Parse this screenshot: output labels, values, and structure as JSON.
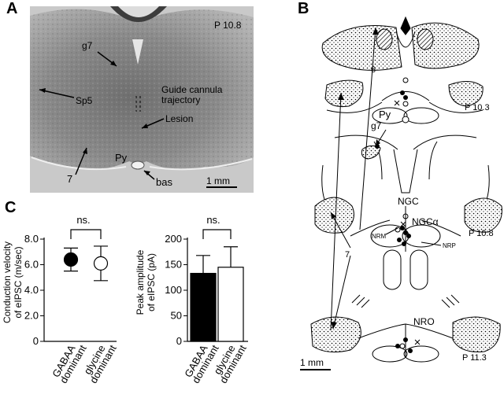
{
  "panels": {
    "a": {
      "letter": "A",
      "section_level": "P 10.8",
      "labels": {
        "g7": "g7",
        "sp5": "Sp5",
        "guide_line1": "Guide cannula",
        "guide_line2": "trajectory",
        "lesion": "Lesion",
        "py": "Py",
        "seven": "7",
        "bas": "bas"
      },
      "scale_bar": "1 mm"
    },
    "b": {
      "letter": "B",
      "levels": [
        "P 10.3",
        "P 10.8",
        "P 11.3"
      ],
      "labels": {
        "six": "6",
        "py": "Py",
        "g7": "g7",
        "ngc": "NGC",
        "ngca": "NGCα",
        "nrm": "NRM",
        "nrp": "NRP",
        "seven": "7",
        "nro": "NRO"
      },
      "scale_bar": "1 mm"
    },
    "c": {
      "letter": "C",
      "significance": "ns."
    }
  },
  "chart_data": [
    {
      "type": "scatter",
      "ylabel_line1": "Conduction velocity",
      "ylabel_line2": "of eIPSC (m/sec)",
      "categories": [
        [
          "GABAA",
          "dominant"
        ],
        [
          "glycine",
          "dominant"
        ]
      ],
      "ylim": [
        0,
        8
      ],
      "yticks": [
        "0",
        "2.0",
        "4.0",
        "6.0",
        "8.0"
      ],
      "series": [
        {
          "values": [
            6.4,
            6.1
          ],
          "errors": [
            0.9,
            1.35
          ],
          "fills": [
            "#000000",
            "#ffffff"
          ]
        }
      ]
    },
    {
      "type": "bar",
      "ylabel_line1": "Peak amplitude",
      "ylabel_line2": "of eIPSC (pA)",
      "categories": [
        [
          "GABAA",
          "dominant"
        ],
        [
          "glycine",
          "dominant"
        ]
      ],
      "ylim": [
        0,
        200
      ],
      "yticks": [
        "0",
        "50",
        "100",
        "150",
        "200"
      ],
      "series": [
        {
          "values": [
            133,
            145
          ],
          "errors": [
            35,
            40
          ],
          "fills": [
            "#000000",
            "#ffffff"
          ]
        }
      ]
    }
  ]
}
